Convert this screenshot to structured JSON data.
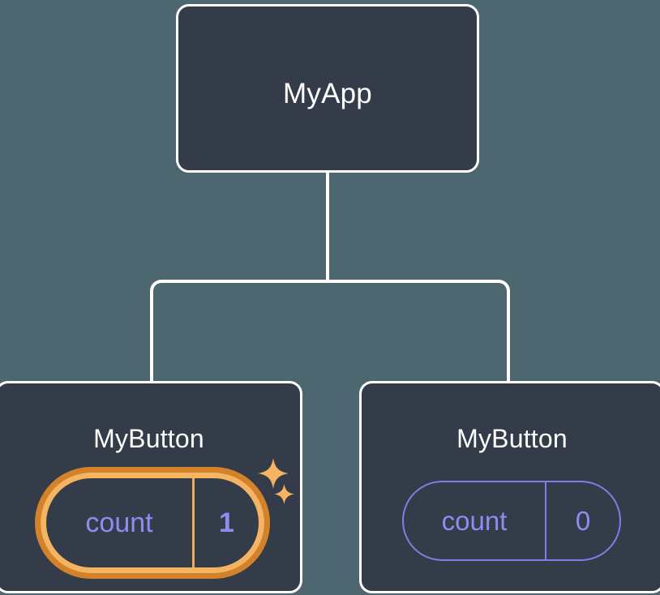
{
  "diagram": {
    "type": "component-tree",
    "background_color": "#4d6770",
    "node_fill_color": "#343b49",
    "node_border_color": "#ffffff",
    "connector_color": "#ffffff",
    "state_color": "#8b8ef0",
    "highlight_outer_color": "#d4822a",
    "highlight_inner_color": "#f5b461"
  },
  "root": {
    "title": "MyApp"
  },
  "children": [
    {
      "title": "MyButton",
      "state": {
        "name": "count",
        "value": "1"
      },
      "highlighted": "true",
      "sparkles": "2"
    },
    {
      "title": "MyButton",
      "state": {
        "name": "count",
        "value": "0"
      },
      "highlighted": "false",
      "sparkles": "0"
    }
  ]
}
